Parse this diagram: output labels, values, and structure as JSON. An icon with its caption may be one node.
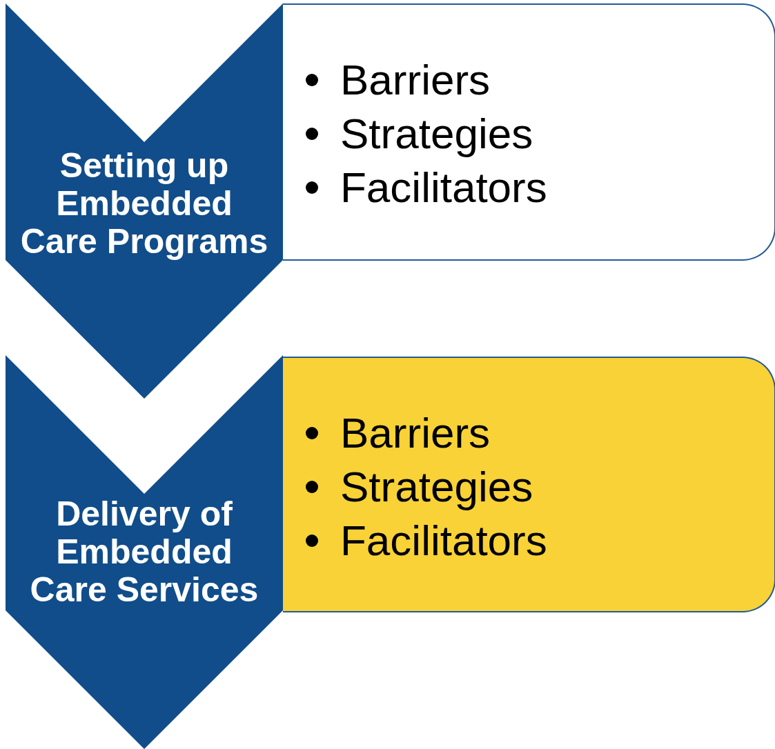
{
  "diagram": {
    "nodes": [
      {
        "text": [
          "Setting up Embedded Care Programs"
        ]
      },
      {
        "text": [
          "Barriers",
          "Strategies",
          "Facilitators"
        ]
      },
      {
        "text": [
          "Delivery of Embedded Care Services"
        ]
      },
      {
        "text": [
          "Barriers",
          "Strategies",
          "Facilitators"
        ]
      }
    ]
  }
}
